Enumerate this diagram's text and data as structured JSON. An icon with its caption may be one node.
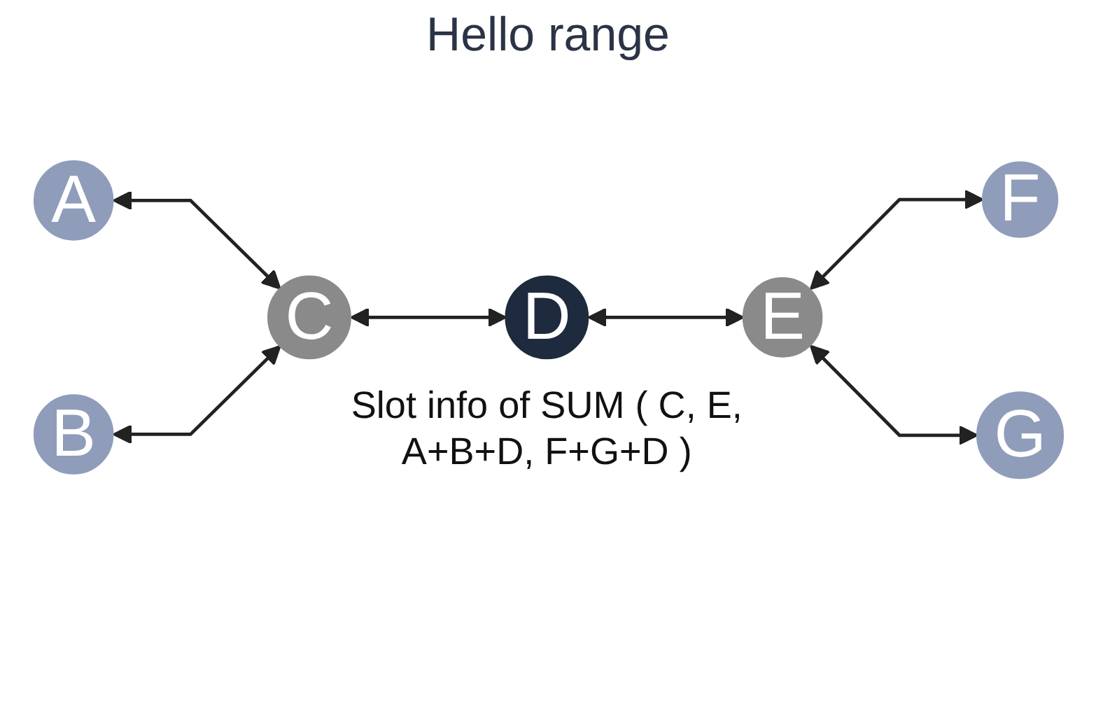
{
  "diagram": {
    "title": "Hello range",
    "nodes": [
      {
        "text": [
          "A"
        ]
      },
      {
        "text": [
          "B"
        ]
      },
      {
        "text": [
          "C"
        ]
      },
      {
        "text": [
          "D"
        ],
        "beside": [
          "Slot info of SUM ( C, E, A+B+D, F+G+D )"
        ]
      },
      {
        "text": [
          "E"
        ]
      },
      {
        "text": [
          "F"
        ]
      },
      {
        "text": [
          "G"
        ]
      }
    ],
    "edges": [
      {
        "from": 0,
        "to": 2,
        "arrow": "both"
      },
      {
        "from": 1,
        "to": 2,
        "arrow": "both"
      },
      {
        "from": 2,
        "to": 3,
        "arrow": "both"
      },
      {
        "from": 3,
        "to": 4,
        "arrow": "both"
      },
      {
        "from": 4,
        "to": 5,
        "arrow": "both"
      },
      {
        "from": 4,
        "to": 6,
        "arrow": "both"
      }
    ]
  }
}
